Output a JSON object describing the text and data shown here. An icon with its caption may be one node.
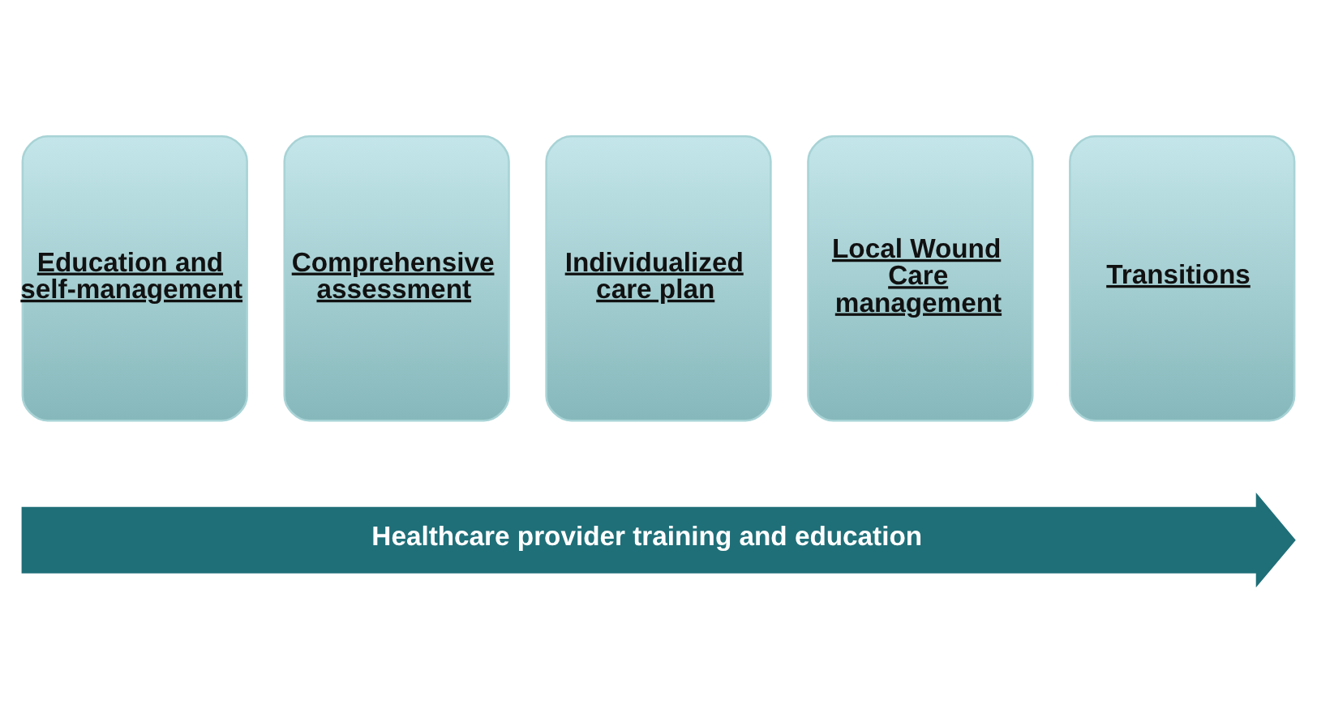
{
  "diagram": {
    "nodes": [
      {
        "text": [
          "Education and self-management"
        ]
      },
      {
        "text": [
          "Comprehensive assessment"
        ]
      },
      {
        "text": [
          "Individualized care plan"
        ]
      },
      {
        "text": [
          "Local Wound Care management"
        ]
      },
      {
        "text": [
          "Transitions"
        ]
      },
      {
        "text": [
          "Healthcare provider training and education"
        ]
      }
    ],
    "edges": []
  }
}
